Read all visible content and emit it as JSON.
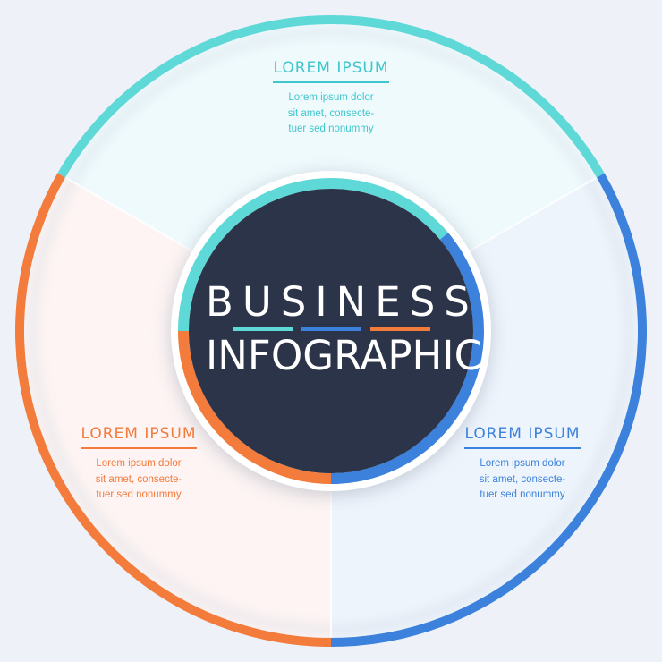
{
  "center": {
    "line1": "BUSINESS",
    "line2": "INFOGRAPHIC"
  },
  "segments": [
    {
      "id": "top",
      "title": "LOREM IPSUM",
      "body": [
        "Lorem ipsum dolor",
        "sit amet, consecte-",
        "tuer sed nonummy"
      ],
      "color": "#5fd8d8",
      "fill": "#effafd"
    },
    {
      "id": "right",
      "title": "LOREM IPSUM",
      "body": [
        "Lorem ipsum dolor",
        "sit amet, consecte-",
        "tuer sed nonummy"
      ],
      "color": "#3c82dc",
      "fill": "#eef4fc"
    },
    {
      "id": "left",
      "title": "LOREM IPSUM",
      "body": [
        "Lorem ipsum dolor",
        "sit amet, consecte-",
        "tuer sed nonummy"
      ],
      "color": "#f37c3c",
      "fill": "#fdf4f3"
    }
  ],
  "colors": {
    "background": "#eef2f8",
    "center_fill": "#2b3448"
  }
}
